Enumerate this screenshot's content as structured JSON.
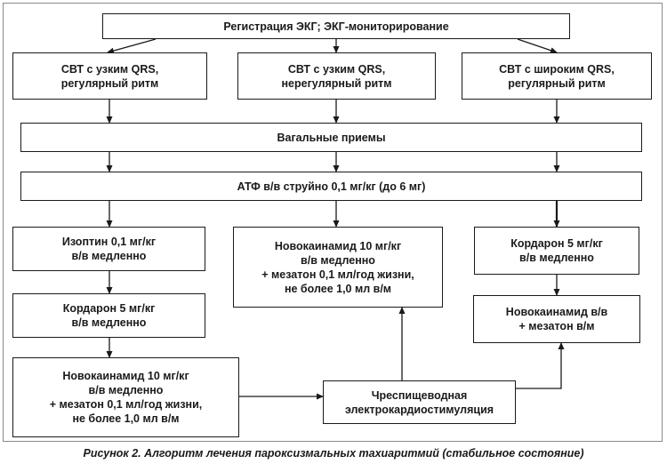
{
  "diagram": {
    "title_box": "Регистрация ЭКГ; ЭКГ-мониторирование",
    "column_headers": [
      [
        "СВТ с узким QRS,",
        "регулярный ритм"
      ],
      [
        "СВТ с узким QRS,",
        "нерегулярный ритм"
      ],
      [
        "СВТ с широким QRS,",
        "регулярный ритм"
      ]
    ],
    "vagal_box": "Вагальные приемы",
    "atp_box": "АТФ в/в струйно 0,1 мг/кг (до 6 мг)",
    "left_column": [
      [
        "Изоптин 0,1 мг/кг",
        "в/в медленно"
      ],
      [
        "Кордарон 5 мг/кг",
        "в/в медленно"
      ],
      [
        "Новокаинамид 10 мг/кг",
        "в/в медленно",
        "+ мезатон 0,1 мл/год жизни,",
        "не более 1,0 мл в/м"
      ]
    ],
    "middle_column": [
      [
        "Новокаинамид 10 мг/кг",
        "в/в медленно",
        "+ мезатон 0,1 мл/год жизни,",
        "не более 1,0 мл в/м"
      ]
    ],
    "right_column": [
      [
        "Кордарон 5 мг/кг",
        "в/в медленно"
      ],
      [
        "Новокаинамид в/в",
        "+ мезатон в/м"
      ]
    ],
    "pacing_box": [
      "Чреспищеводная",
      "электрокардиостимуляция"
    ]
  },
  "caption": "Рисунок 2. Алгоритм лечения пароксизмальных тахиаритмий (стабильное состояние)"
}
